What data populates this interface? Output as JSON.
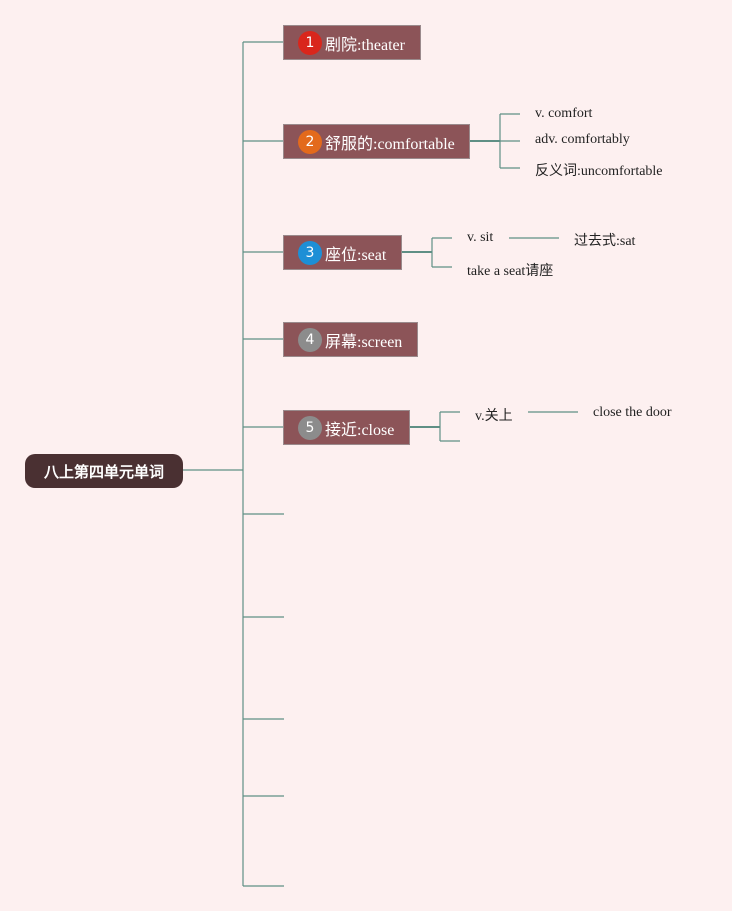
{
  "root": {
    "label": "八上第四单元单词"
  },
  "topics": [
    {
      "num": "1",
      "num_color": "#d9261c",
      "label": "剧院:theater",
      "children": []
    },
    {
      "num": "2",
      "num_color": "#e36a1c",
      "label": "舒服的:comfortable",
      "children": [
        {
          "label": "v. comfort"
        },
        {
          "label": "adv. comfortably"
        },
        {
          "label": "反义词:uncomfortable"
        }
      ]
    },
    {
      "num": "3",
      "num_color": "#1d8fd6",
      "label": "座位:seat",
      "children": [
        {
          "label": "v. sit",
          "sub": "过去式:sat"
        },
        {
          "label": "take a seat请座"
        }
      ]
    },
    {
      "num": "4",
      "num_color": "#8c8c8c",
      "label": "屏幕:screen",
      "children": []
    },
    {
      "num": "5",
      "num_color": "#8c8c8c",
      "label": "接近:close",
      "children": [
        {
          "label": "v.关上",
          "sub": "close the door"
        },
        {
          "label": ""
        }
      ]
    }
  ],
  "colors": {
    "line": "#5f8f85",
    "topic_bg": "#8c5458",
    "root_bg": "#4a3032",
    "background": "#fdf0f0"
  }
}
